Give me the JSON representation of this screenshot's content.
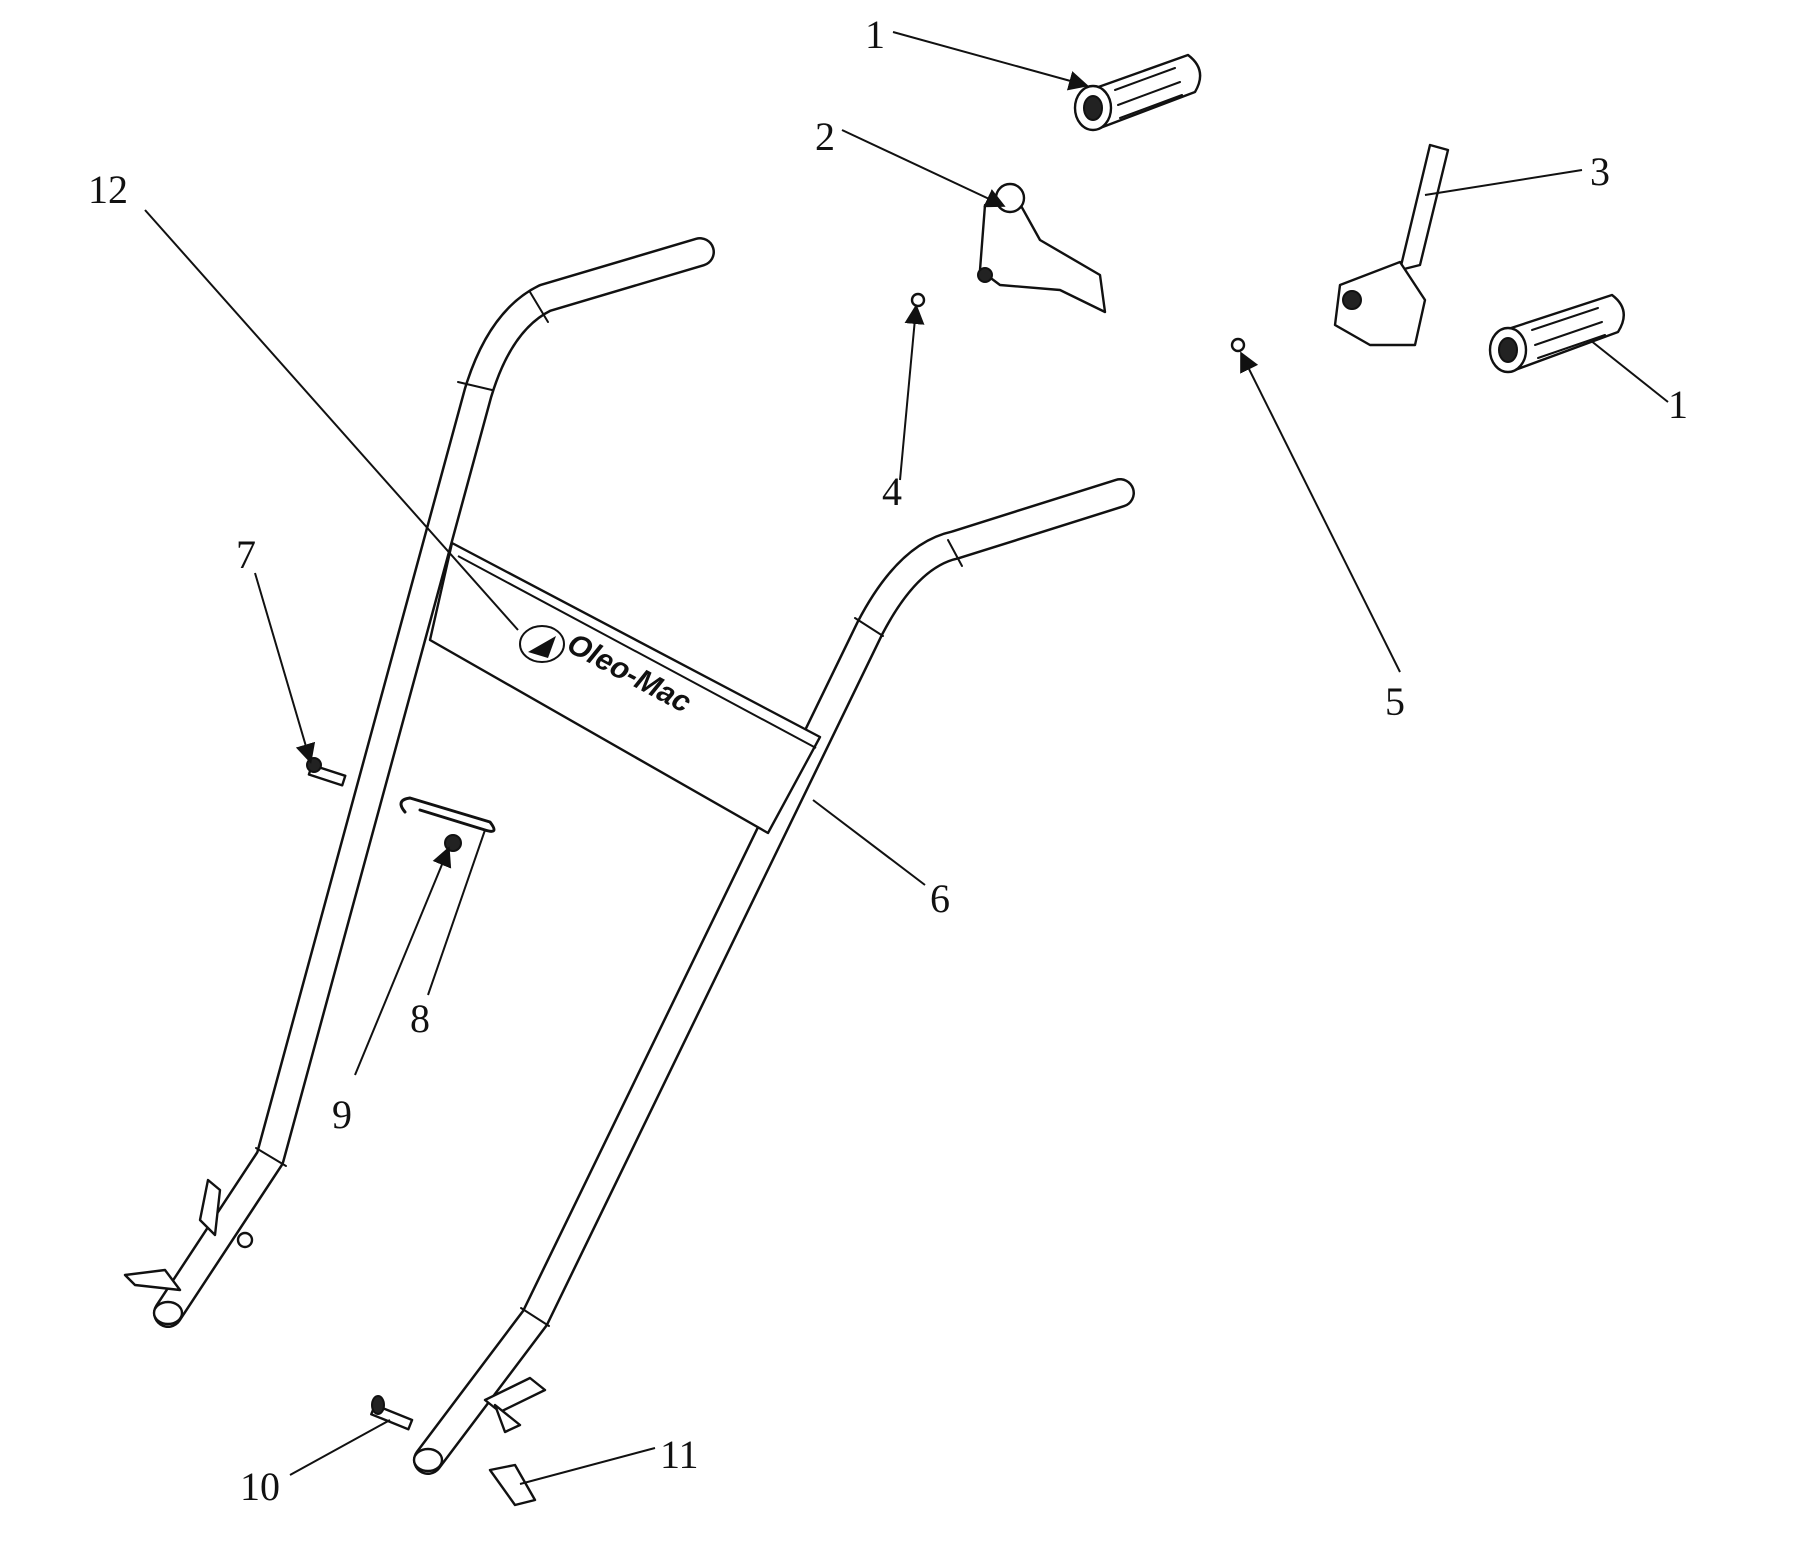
{
  "diagram": {
    "brand_logo_text": "Oleo-Mac",
    "callouts": [
      {
        "id": "callout-1-top",
        "label": "1"
      },
      {
        "id": "callout-1-right",
        "label": "1"
      },
      {
        "id": "callout-2",
        "label": "2"
      },
      {
        "id": "callout-3",
        "label": "3"
      },
      {
        "id": "callout-4",
        "label": "4"
      },
      {
        "id": "callout-5",
        "label": "5"
      },
      {
        "id": "callout-6",
        "label": "6"
      },
      {
        "id": "callout-7",
        "label": "7"
      },
      {
        "id": "callout-8",
        "label": "8"
      },
      {
        "id": "callout-9",
        "label": "9"
      },
      {
        "id": "callout-10",
        "label": "10"
      },
      {
        "id": "callout-11",
        "label": "11"
      },
      {
        "id": "callout-12",
        "label": "12"
      }
    ]
  }
}
